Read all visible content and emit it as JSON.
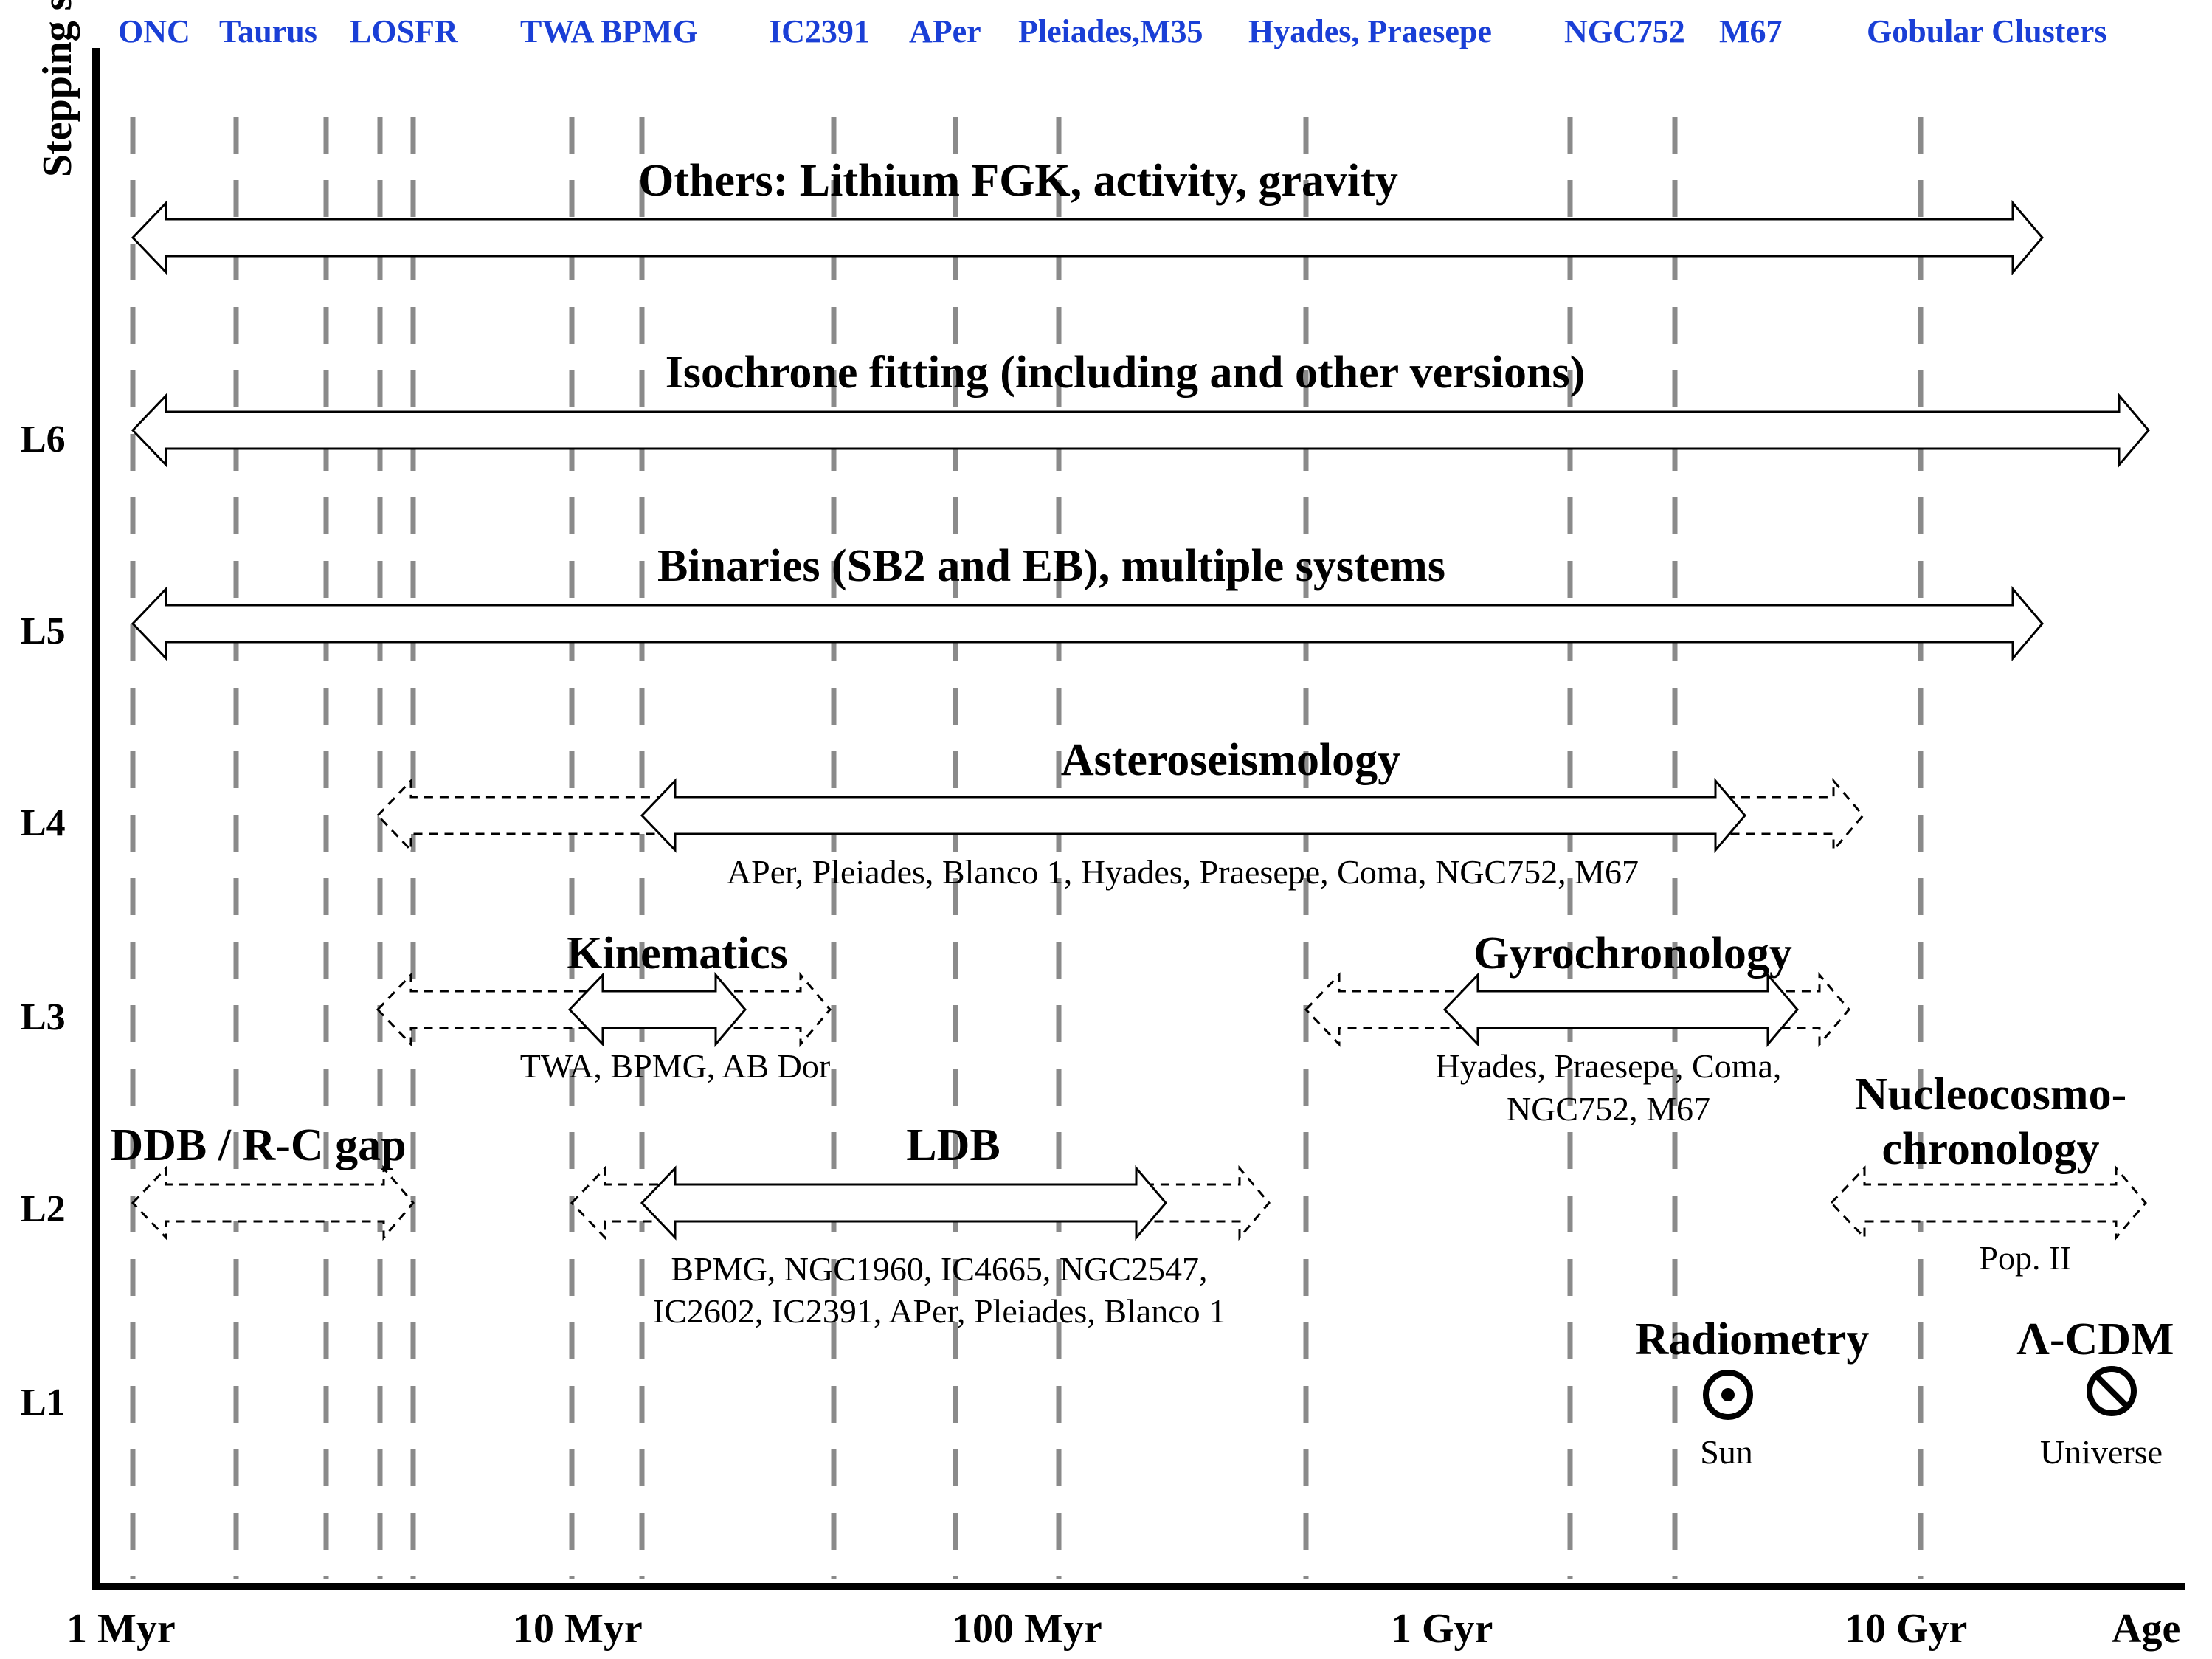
{
  "header": {
    "clusters": [
      "ONC",
      "Taurus",
      "LOSFR",
      "TWA BPMG",
      "IC2391",
      "APer",
      "Pleiades,M35",
      "Hyades, Praesepe",
      "NGC752",
      "M67",
      "Gobular Clusters"
    ]
  },
  "axes": {
    "y_title": "Stepping stones",
    "x_title": "Age",
    "x_ticks": [
      "1 Myr",
      "10 Myr",
      "100 Myr",
      "1 Gyr",
      "10 Gyr"
    ],
    "levels": [
      "L6",
      "L5",
      "L4",
      "L3",
      "L2",
      "L1"
    ]
  },
  "methods": {
    "others": {
      "label": "Others: Lithium FGK, activity, gravity"
    },
    "isochrone": {
      "label": "Isochrone fitting (including and other versions)"
    },
    "binaries": {
      "label": "Binaries (SB2 and EB), multiple systems"
    },
    "asteroseismology": {
      "label": "Asteroseismology",
      "sub": "APer, Pleiades, Blanco 1, Hyades, Praesepe, Coma, NGC752, M67"
    },
    "kinematics": {
      "label": "Kinematics",
      "sub": "TWA, BPMG, AB Dor"
    },
    "gyrochronology": {
      "label": "Gyrochronology",
      "sub_line1": "Hyades, Praesepe, Coma,",
      "sub_line2": "NGC752, M67"
    },
    "ddb": {
      "label": "DDB / R-C gap"
    },
    "ldb": {
      "label": "LDB",
      "sub_line1": "BPMG, NGC1960, IC4665, NGC2547,",
      "sub_line2": "IC2602, IC2391, APer, Pleiades, Blanco 1"
    },
    "nucleo": {
      "label_line1": "Nucleocosmo-",
      "label_line2": "chronology",
      "sub": "Pop. II"
    },
    "radiometry": {
      "label": "Radiometry",
      "sub": "Sun",
      "icon": "sun-symbol-icon"
    },
    "lcdm": {
      "label": "Λ-CDM",
      "sub": "Universe",
      "icon": "universe-symbol-icon"
    }
  }
}
